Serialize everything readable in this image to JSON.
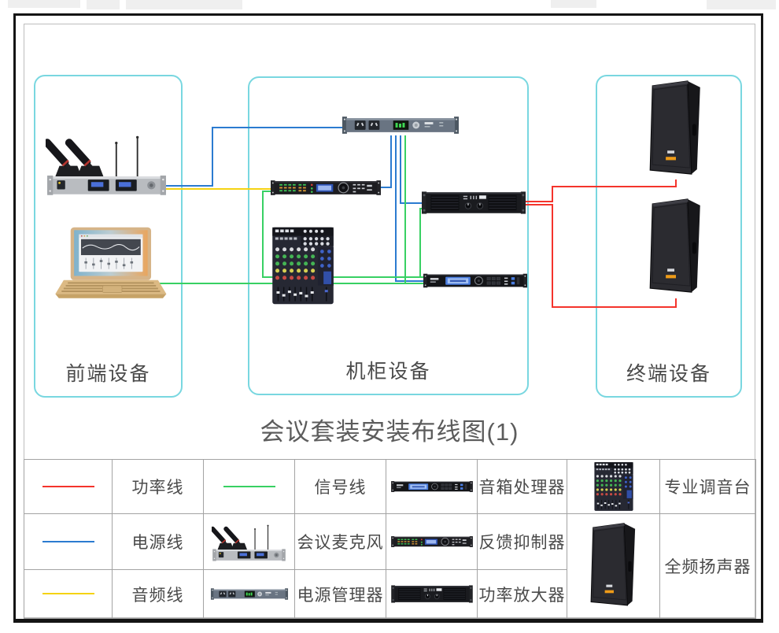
{
  "title": "会议套装安装布线图(1)",
  "zones": {
    "front": "前端设备",
    "rack": "机柜设备",
    "terminal": "终端设备"
  },
  "wire_colors": {
    "red": "#f4342c",
    "green": "#38d063",
    "blue": "#2b7bd0",
    "yellow": "#f5d312"
  },
  "legend": {
    "power_line": "功率线",
    "signal_line": "信号线",
    "speaker_processor": "音箱处理器",
    "mixer": "专业调音台",
    "supply_line": "电源线",
    "conference_mic": "会议麦克风",
    "feedback_suppressor": "反馈抑制器",
    "full_range_speaker": "全频扬声器",
    "audio_line": "音频线",
    "power_manager": "电源管理器",
    "power_amplifier": "功率放大器"
  }
}
